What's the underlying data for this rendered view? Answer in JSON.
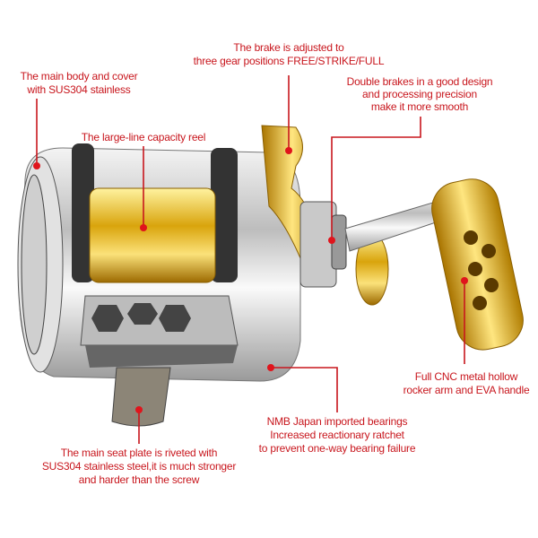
{
  "accent_color": "#c8161d",
  "annotations": {
    "brake": [
      "The brake is adjusted to",
      "three gear positions FREE/STRIKE/FULL"
    ],
    "body": [
      "The main body and cover",
      "with SUS304 stainless"
    ],
    "double_brakes": [
      "Double brakes in a good design",
      "and processing precision",
      "make it more smooth"
    ],
    "spool": [
      "The large-line capacity reel"
    ],
    "handle": [
      "Full CNC metal hollow",
      "rocker arm and EVA handle"
    ],
    "bearings": [
      "NMB Japan imported bearings",
      "Increased reactionary ratchet",
      "to prevent one-way bearing failure"
    ],
    "seat_plate": [
      "The main seat plate is riveted with",
      "SUS304 stainless steel,it is much stronger",
      "and harder than the screw"
    ]
  }
}
